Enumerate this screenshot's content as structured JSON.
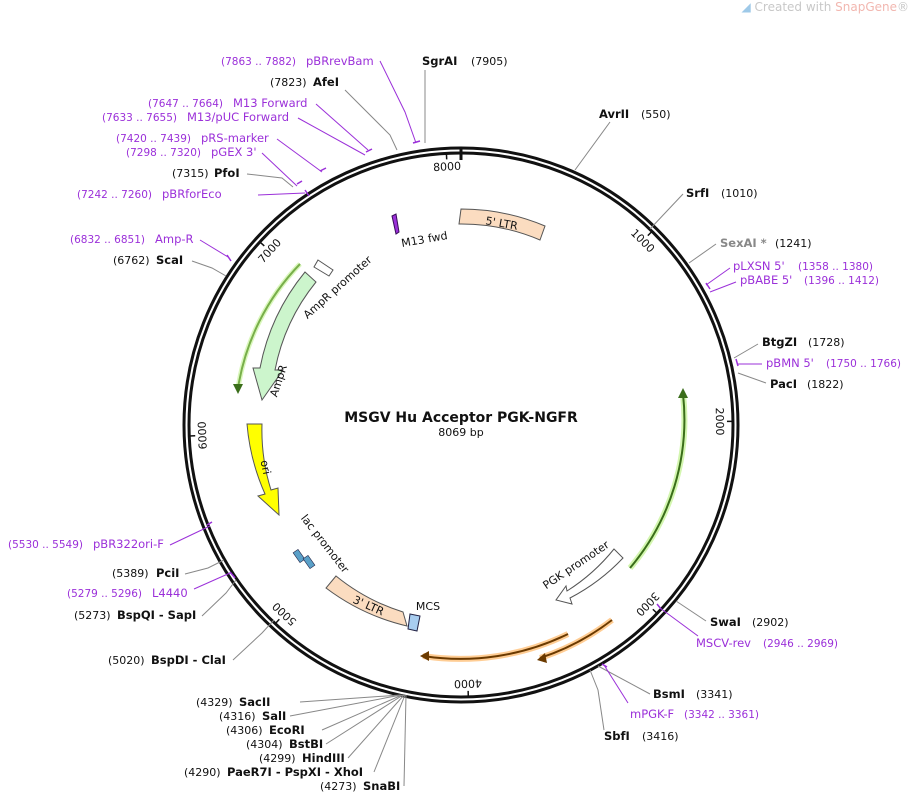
{
  "watermark": {
    "prefix": "Created with ",
    "brand": "SnapGene",
    "suffix": "®"
  },
  "plasmid": {
    "name": "MSGV Hu Acceptor PGK-NGFR",
    "length_label": "8069 bp",
    "length": 8069
  },
  "ticks": [
    "1000",
    "2000",
    "3000",
    "4000",
    "5000",
    "6000",
    "7000",
    "8000"
  ],
  "sites": [
    {
      "key": "sgrai",
      "name": "SgrAI",
      "pos": "(7905)",
      "bp": 7905
    },
    {
      "key": "afei",
      "name": "AfeI",
      "pos": "(7823)",
      "bp": 7823
    },
    {
      "key": "pfoi",
      "name": "PfoI",
      "pos": "(7315)",
      "bp": 7315
    },
    {
      "key": "scai",
      "name": "ScaI",
      "pos": "(6762)",
      "bp": 6762
    },
    {
      "key": "avrii",
      "name": "AvrII",
      "pos": "(550)",
      "bp": 550
    },
    {
      "key": "srfi",
      "name": "SrfI",
      "pos": "(1010)",
      "bp": 1010
    },
    {
      "key": "sexai",
      "name": "SexAI *",
      "pos": "(1241)",
      "bp": 1241
    },
    {
      "key": "btgzi",
      "name": "BtgZI",
      "pos": "(1728)",
      "bp": 1728
    },
    {
      "key": "paci",
      "name": "PacI",
      "pos": "(1822)",
      "bp": 1822
    },
    {
      "key": "swai",
      "name": "SwaI",
      "pos": "(2902)",
      "bp": 2902
    },
    {
      "key": "bsmi",
      "name": "BsmI",
      "pos": "(3341)",
      "bp": 3341
    },
    {
      "key": "sbfi",
      "name": "SbfI",
      "pos": "(3416)",
      "bp": 3416
    },
    {
      "key": "pcii",
      "name": "PciI",
      "pos": "(5389)",
      "bp": 5389
    },
    {
      "key": "bspqi",
      "name": "BspQI - SapI",
      "pos": "(5273)",
      "bp": 5273
    },
    {
      "key": "bspdi",
      "name": "BspDI - ClaI",
      "pos": "(5020)",
      "bp": 5020
    },
    {
      "key": "sacii",
      "name": "SacII",
      "pos": "(4329)",
      "bp": 4329
    },
    {
      "key": "sali",
      "name": "SalI",
      "pos": "(4316)",
      "bp": 4316
    },
    {
      "key": "ecori",
      "name": "EcoRI",
      "pos": "(4306)",
      "bp": 4306
    },
    {
      "key": "bstbi",
      "name": "BstBI",
      "pos": "(4304)",
      "bp": 4304
    },
    {
      "key": "hindiii",
      "name": "HindIII",
      "pos": "(4299)",
      "bp": 4299
    },
    {
      "key": "paer7i",
      "name": "PaeR7I - PspXI - XhoI",
      "pos": "(4290)",
      "bp": 4290
    },
    {
      "key": "snabi",
      "name": "SnaBI",
      "pos": "(4273)",
      "bp": 4273
    }
  ],
  "primers": [
    {
      "key": "pbrrevbam",
      "name": "pBRrevBam",
      "range": "(7863 .. 7882)",
      "bp": 7872
    },
    {
      "key": "m13fwd",
      "name": "M13 Forward",
      "range": "(7647 .. 7664)",
      "bp": 7655
    },
    {
      "key": "m13puc",
      "name": "M13/pUC Forward",
      "range": "(7633 .. 7655)",
      "bp": 7644
    },
    {
      "key": "prs",
      "name": "pRS-marker",
      "range": "(7420 .. 7439)",
      "bp": 7430
    },
    {
      "key": "pgex3",
      "name": "pGEX 3'",
      "range": "(7298 .. 7320)",
      "bp": 7309
    },
    {
      "key": "pbrforeco",
      "name": "pBRforEco",
      "range": "(7242 .. 7260)",
      "bp": 7251
    },
    {
      "key": "ampr",
      "name": "Amp-R",
      "range": "(6832 .. 6851)",
      "bp": 6841
    },
    {
      "key": "plxsn",
      "name": "pLXSN 5'",
      "range": "(1358 .. 1380)",
      "bp": 1369
    },
    {
      "key": "pbabe",
      "name": "pBABE 5'",
      "range": "(1396 .. 1412)",
      "bp": 1404
    },
    {
      "key": "pbmn",
      "name": "pBMN 5'",
      "range": "(1750 .. 1766)",
      "bp": 1758
    },
    {
      "key": "msgvrev",
      "name": "MSCV-rev",
      "range": "(2946 .. 2969)",
      "bp": 2957
    },
    {
      "key": "mpgkf",
      "name": "mPGK-F",
      "range": "(3342 .. 3361)",
      "bp": 3351
    },
    {
      "key": "pbr322ori",
      "name": "pBR322ori-F",
      "range": "(5530 .. 5549)",
      "bp": 5539
    },
    {
      "key": "l4440",
      "name": "L4440",
      "range": "(5279 .. 5296)",
      "bp": 5287
    }
  ],
  "features": {
    "ltr5": "5' LTR",
    "ltr3": "3' LTR",
    "m13fwd": "M13 fwd",
    "amprpromoter": "AmpR promoter",
    "ampr": "AmpR",
    "ori": "ori",
    "lacpromoter": "lac promoter",
    "mcs": "MCS",
    "pgkpromoter": "PGK promoter"
  },
  "colors": {
    "primer": "#9b30d9",
    "ltr": "#fbdcc0",
    "ori": "#ffff00",
    "ampr": "#ccf5cc",
    "mcs": "#a8cdf0",
    "cds_orange": "#ffb866",
    "cds_green": "#b6f07a",
    "gray_enzyme": "#888888"
  }
}
